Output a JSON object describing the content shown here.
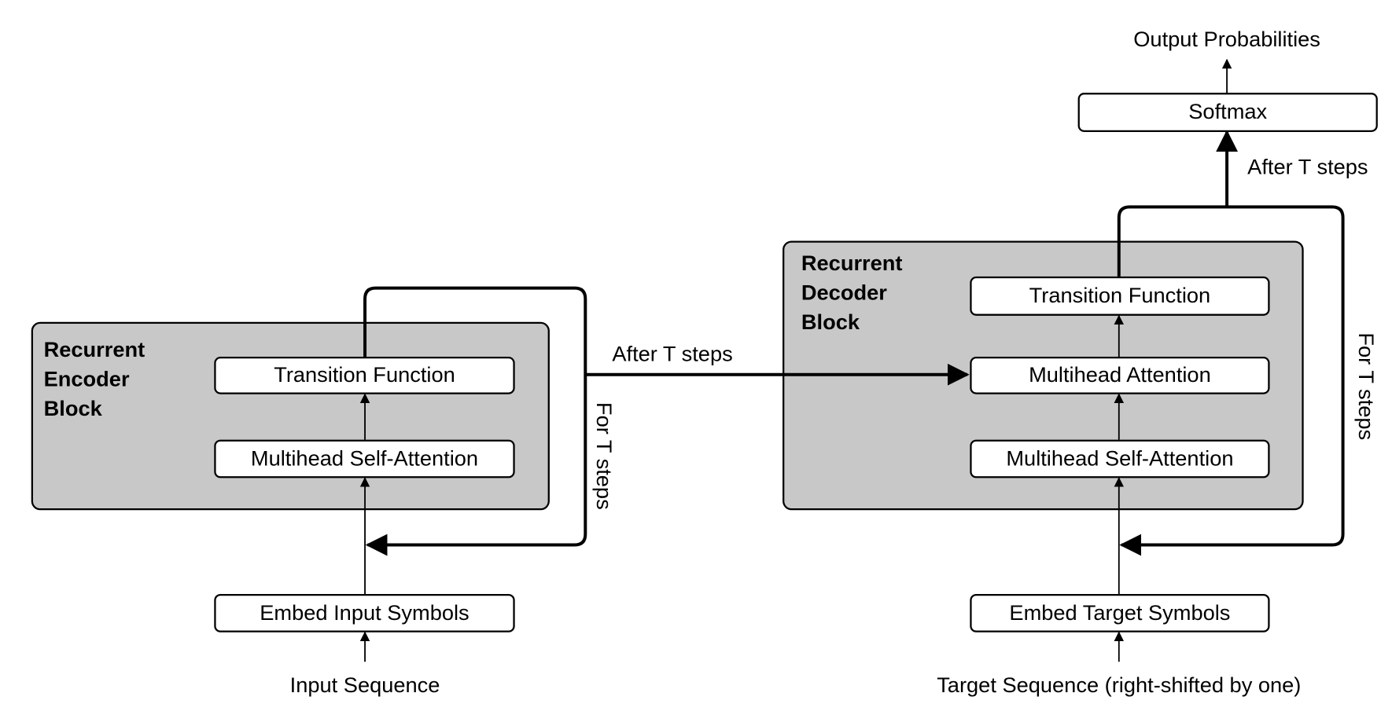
{
  "encoder": {
    "title": "Recurrent\nEncoder\nBlock",
    "transition": "Transition Function",
    "self_attention": "Multihead Self-Attention",
    "loop_label": "For T steps"
  },
  "decoder": {
    "title": "Recurrent\nDecoder\nBlock",
    "transition": "Transition Function",
    "attention": "Multihead Attention",
    "self_attention": "Multihead Self-Attention",
    "loop_label": "For T steps"
  },
  "embed_input": "Embed Input Symbols",
  "embed_target": "Embed Target Symbols",
  "input_sequence": "Input Sequence",
  "target_sequence": "Target Sequence (right-shifted by one)",
  "encoder_to_decoder_label": "After T steps",
  "decoder_to_softmax_label": "After T steps",
  "softmax": "Softmax",
  "output": "Output Probabilities"
}
